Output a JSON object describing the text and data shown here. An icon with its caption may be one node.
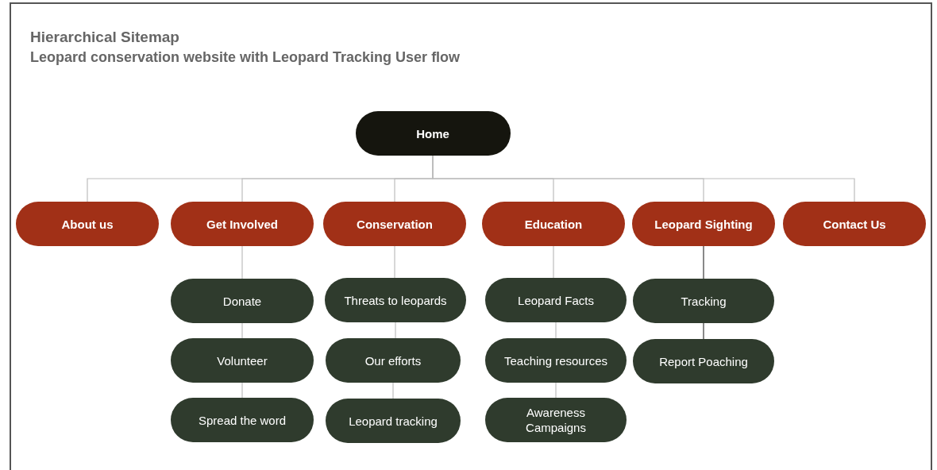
{
  "diagram": {
    "title": "Hierarchical Sitemap",
    "caption": "Leopard conservation website with Leopard Tracking User flow",
    "nodes": [
      {
        "text": [
          "Home"
        ]
      },
      {
        "text": [
          "About us"
        ]
      },
      {
        "text": [
          "Get Involved"
        ]
      },
      {
        "text": [
          "Conservation"
        ]
      },
      {
        "text": [
          "Education"
        ]
      },
      {
        "text": [
          "Leopard Sighting"
        ]
      },
      {
        "text": [
          "Contact Us"
        ]
      },
      {
        "text": [
          "Donate"
        ]
      },
      {
        "text": [
          "Volunteer"
        ]
      },
      {
        "text": [
          "Spread the word"
        ]
      },
      {
        "text": [
          "Threats to leopards"
        ]
      },
      {
        "text": [
          "Our efforts"
        ]
      },
      {
        "text": [
          "Leopard tracking"
        ]
      },
      {
        "text": [
          "Leopard Facts"
        ]
      },
      {
        "text": [
          "Teaching resources"
        ]
      },
      {
        "text": [
          "Awareness Campaigns"
        ]
      },
      {
        "text": [
          "Tracking"
        ]
      },
      {
        "text": [
          "Report Poaching"
        ]
      }
    ],
    "edges": [
      {
        "from": 0,
        "to": 1,
        "arrow": "none"
      },
      {
        "from": 0,
        "to": 2,
        "arrow": "none"
      },
      {
        "from": 0,
        "to": 3,
        "arrow": "none"
      },
      {
        "from": 0,
        "to": 4,
        "arrow": "none"
      },
      {
        "from": 0,
        "to": 5,
        "arrow": "none"
      },
      {
        "from": 0,
        "to": 6,
        "arrow": "none"
      },
      {
        "from": 2,
        "to": 7,
        "arrow": "none"
      },
      {
        "from": 7,
        "to": 8,
        "arrow": "none"
      },
      {
        "from": 8,
        "to": 9,
        "arrow": "none"
      },
      {
        "from": 3,
        "to": 10,
        "arrow": "none"
      },
      {
        "from": 10,
        "to": 11,
        "arrow": "none"
      },
      {
        "from": 11,
        "to": 12,
        "arrow": "none"
      },
      {
        "from": 4,
        "to": 13,
        "arrow": "none"
      },
      {
        "from": 13,
        "to": 14,
        "arrow": "none"
      },
      {
        "from": 14,
        "to": 15,
        "arrow": "none"
      },
      {
        "from": 5,
        "to": 16,
        "arrow": "none",
        "color": "#3a3a3a"
      },
      {
        "from": 16,
        "to": 17,
        "arrow": "none",
        "color": "#3a3a3a"
      }
    ]
  }
}
